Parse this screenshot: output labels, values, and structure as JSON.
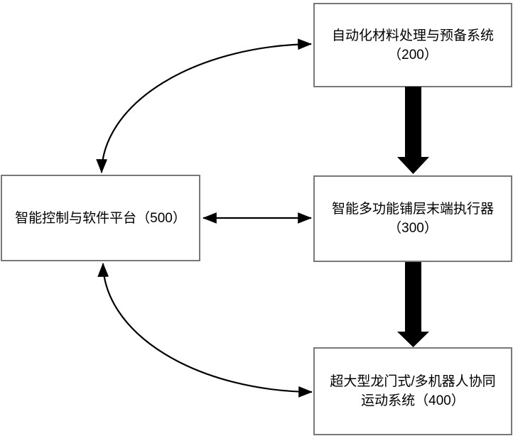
{
  "figure": {
    "type": "flowchart",
    "colors": {
      "background": "#ffffff",
      "box_border": "#787878",
      "box_fill": "#ffffff",
      "text": "#000000",
      "arrow": "#000000"
    },
    "boxes": {
      "b200": {
        "line1": "自动化材料处理与预备系统",
        "line2": "（200）"
      },
      "b300": {
        "line1": "智能多功能铺层末端执行器",
        "line2": "（300）"
      },
      "b400": {
        "line1": "超大型龙门式/多机器人协同",
        "line2": "运动系统（400）"
      },
      "b500": {
        "line1": "智能控制与软件平台（500）"
      }
    },
    "connections": [
      {
        "from": "b500",
        "to": "b200",
        "style": "curved-double-headed"
      },
      {
        "from": "b200",
        "to": "b300",
        "style": "thick-block-arrow-down"
      },
      {
        "from": "b500",
        "to": "b300",
        "style": "straight-double-headed"
      },
      {
        "from": "b300",
        "to": "b400",
        "style": "thick-block-arrow-down"
      },
      {
        "from": "b500",
        "to": "b400",
        "style": "curved-double-headed"
      }
    ]
  }
}
